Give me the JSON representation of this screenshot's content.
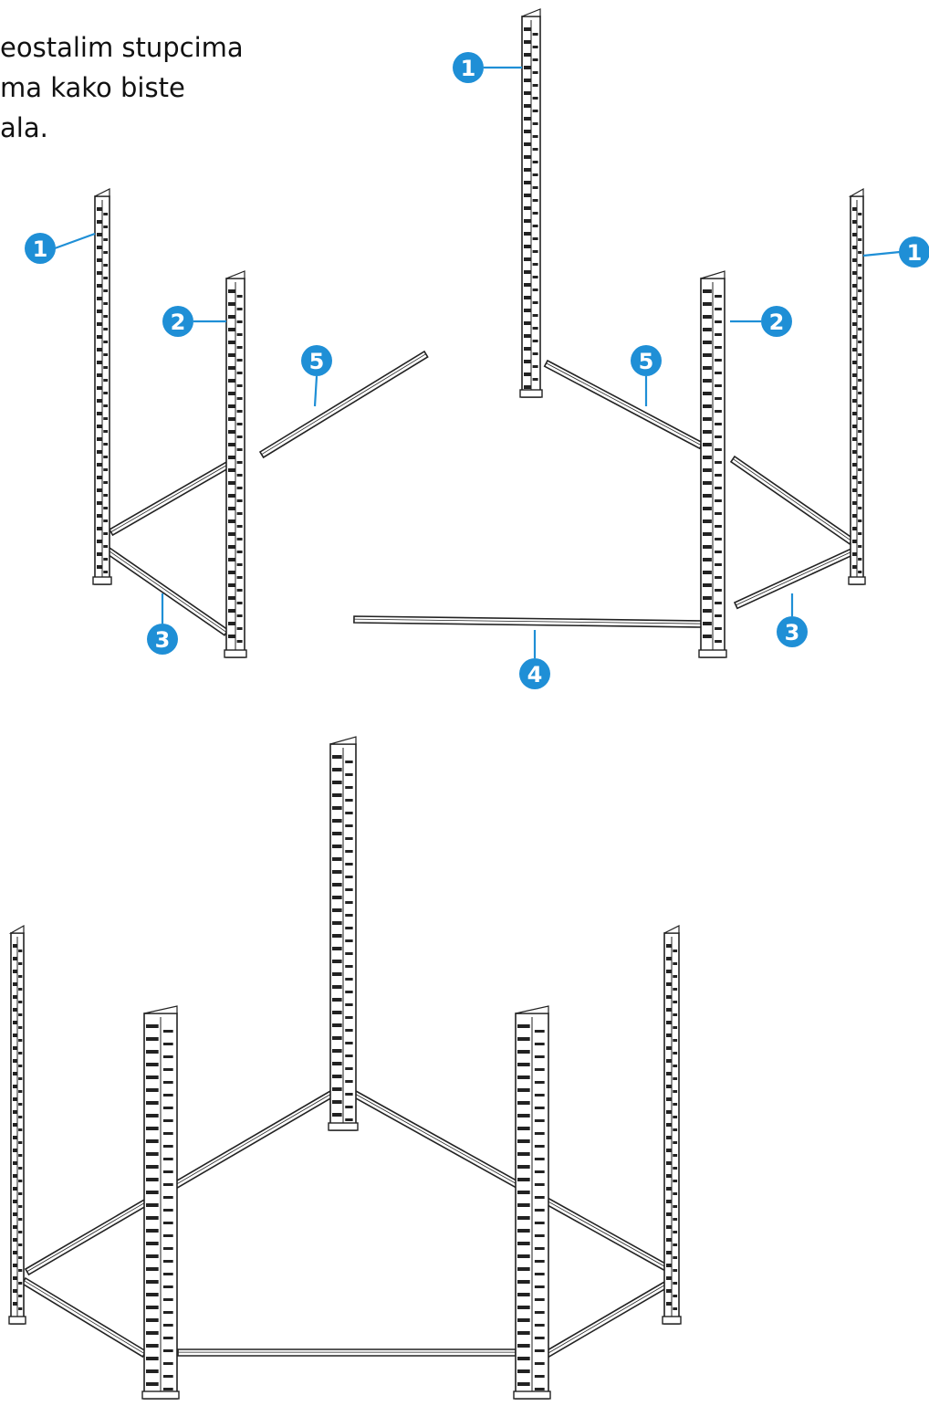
{
  "instruction": {
    "lines": [
      "eostalim stupcima",
      "ma kako biste",
      "ala."
    ]
  },
  "callouts": {
    "post_corner": "1",
    "post_front": "2",
    "side_beam": "3",
    "front_beam": "4",
    "back_beam": "5"
  },
  "colors": {
    "badge": "#1f8fd6",
    "outline": "#222222",
    "text": "#111111"
  }
}
